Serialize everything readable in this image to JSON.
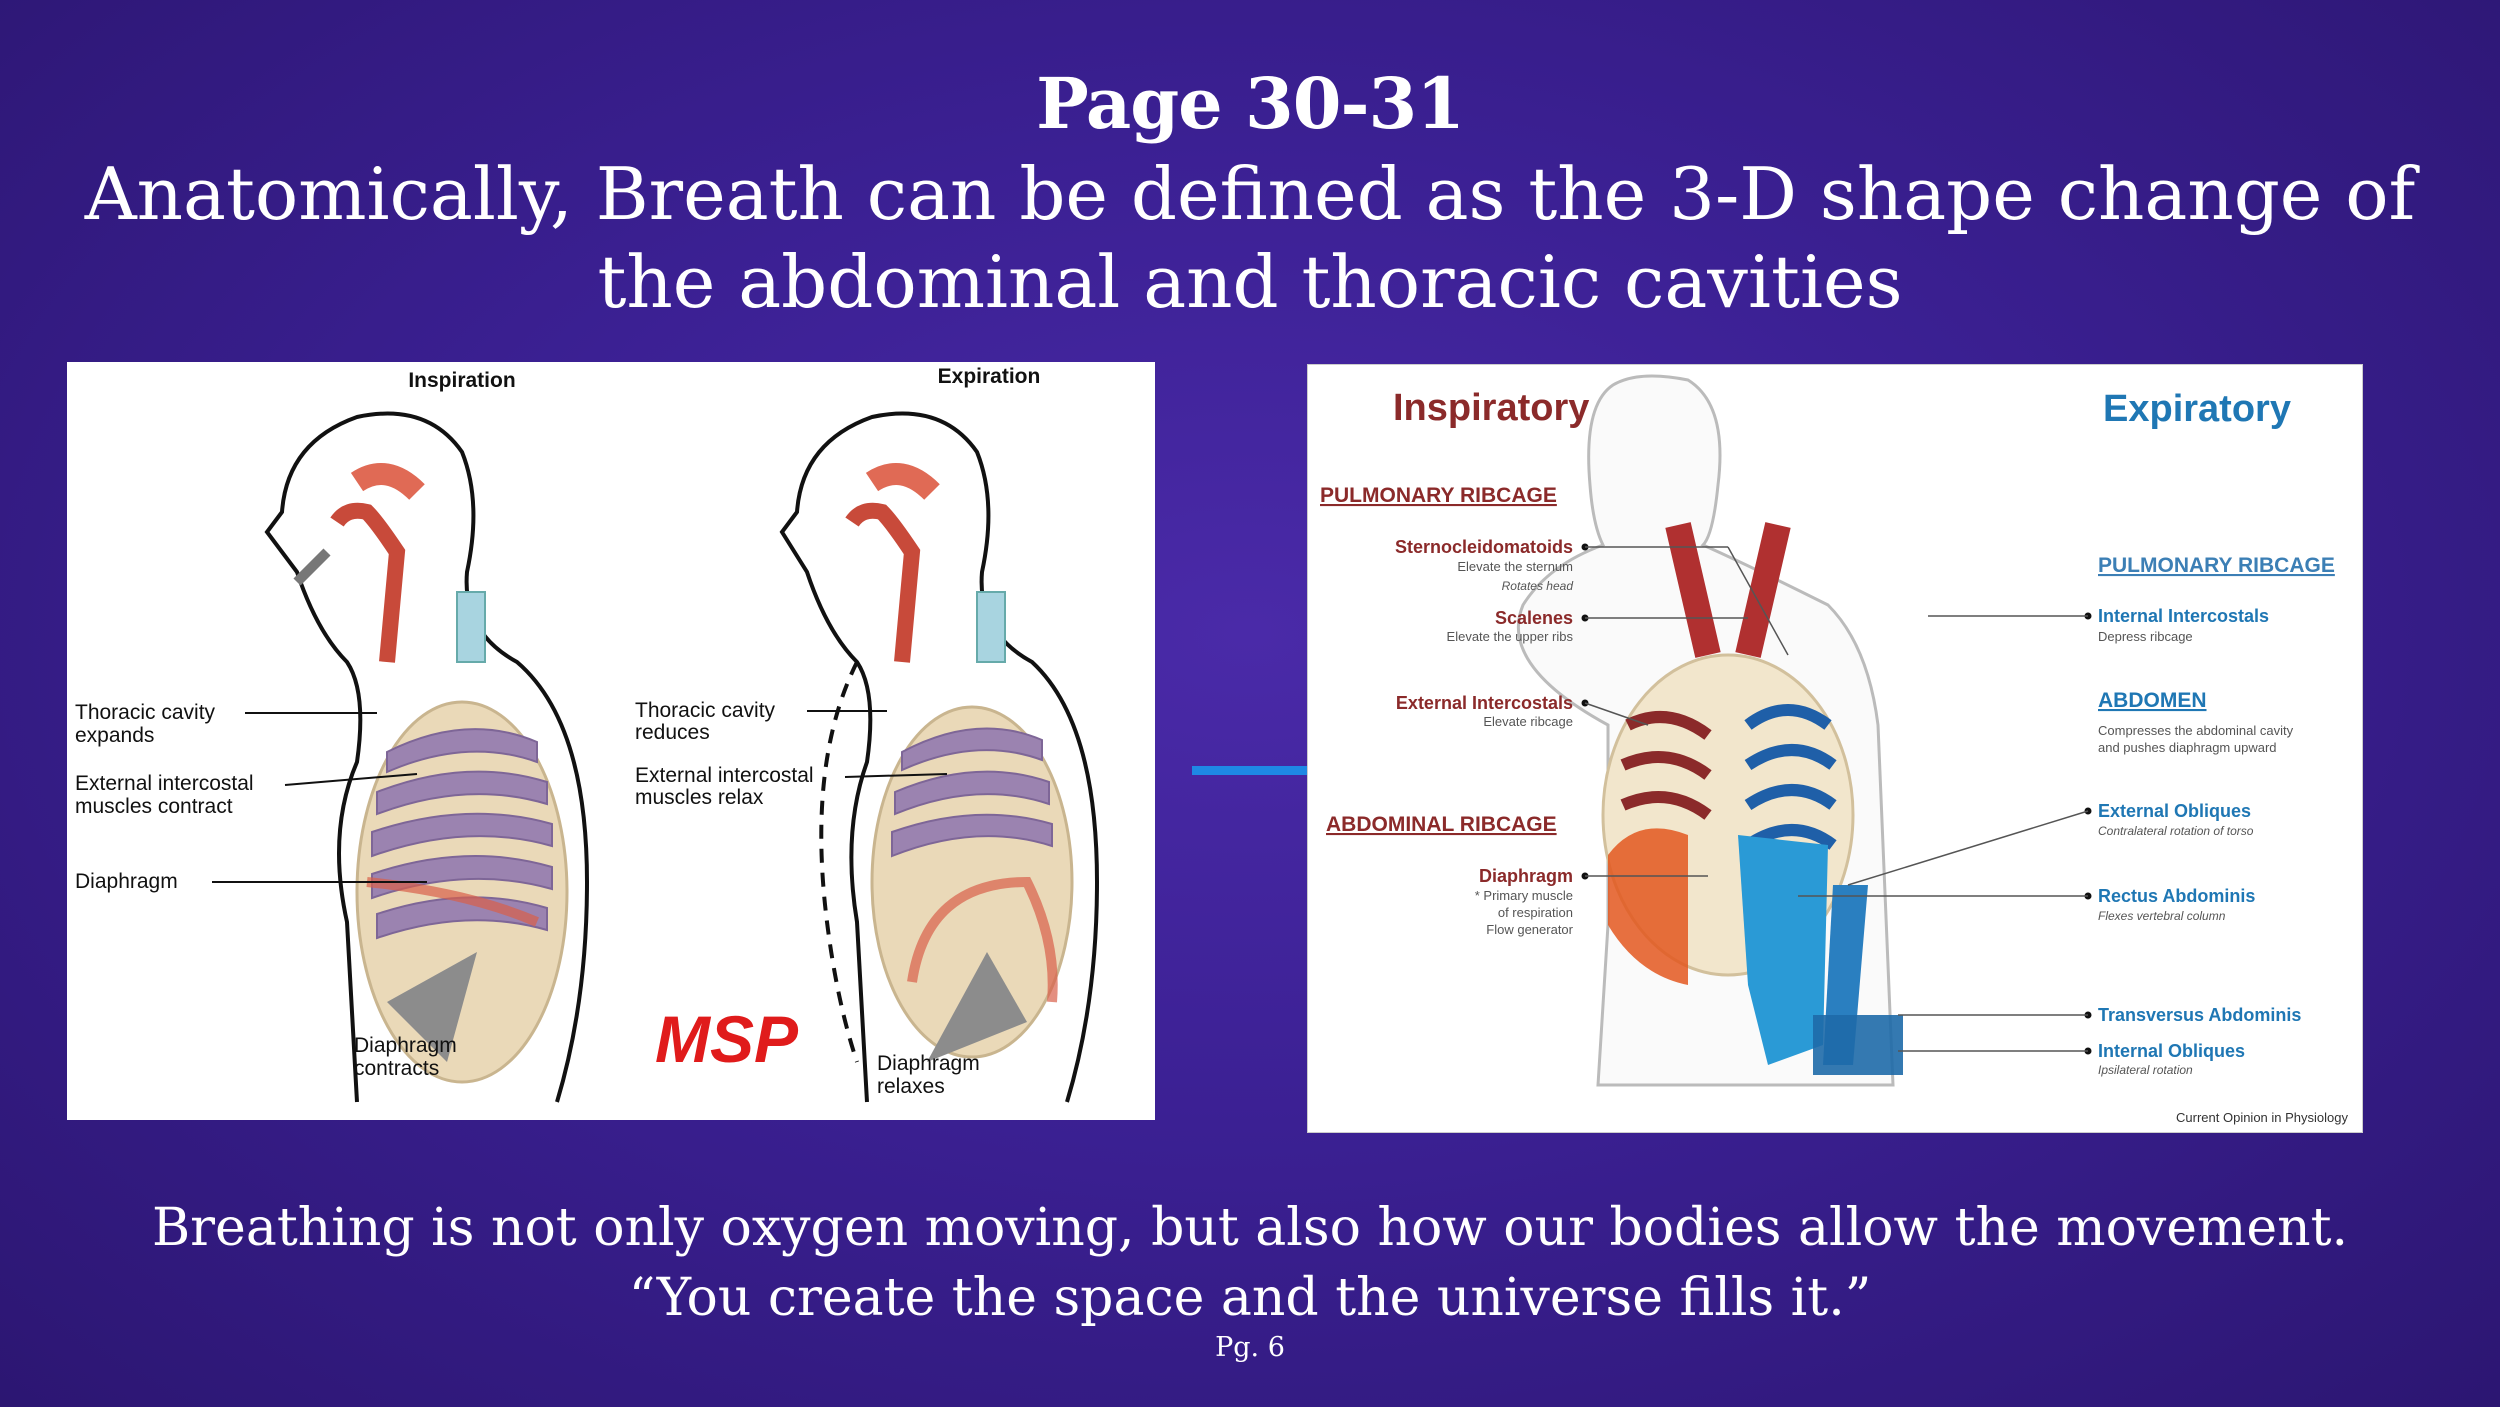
{
  "slide": {
    "title": "Page 30-31",
    "subtitle": "Anatomically, Breath can be defined as the 3-D shape change of the abdominal and thoracic cavities",
    "caption_1": "Breathing is not only oxygen moving, but also how our bodies allow the movement.",
    "caption_2": "“You create the space and the universe fills it.”",
    "page_ref": "Pg. 6"
  },
  "left_figure": {
    "inspiration_heading": "Inspiration",
    "expiration_heading": "Expiration",
    "insp_label_1a": "Thoracic cavity",
    "insp_label_1b": "expands",
    "insp_label_2a": "External intercostal",
    "insp_label_2b": "muscles  contract",
    "insp_label_3": "Diaphragm",
    "insp_label_4a": "Diaphragm",
    "insp_label_4b": "contracts",
    "exp_label_1a": "Thoracic cavity",
    "exp_label_1b": "reduces",
    "exp_label_2a": "External intercostal",
    "exp_label_2b": "muscles  relax",
    "exp_label_3a": "Diaphragm",
    "exp_label_3b": "relaxes",
    "logo_text": "MSP"
  },
  "right_figure": {
    "inspiratory_heading": "Inspiratory",
    "expiratory_heading": "Expiratory",
    "pulmonary_ribcage_left": "PULMONARY RIBCAGE",
    "scm_name": "Sternocleidomatoids",
    "scm_desc_1": "Elevate the sternum",
    "scm_desc_2": "Rotates head",
    "scalenes_name": "Scalenes",
    "scalenes_desc": "Elevate the upper ribs",
    "ext_intercostals_name": "External Intercostals",
    "ext_intercostals_desc": "Elevate ribcage",
    "abdominal_ribcage": "ABDOMINAL RIBCAGE",
    "diaphragm_name": "Diaphragm",
    "diaphragm_desc_1": "* Primary muscle",
    "diaphragm_desc_2": "of respiration",
    "diaphragm_desc_3": "Flow generator",
    "pulmonary_ribcage_right": "PULMONARY RIBCAGE",
    "int_intercostals_name": "Internal Intercostals",
    "int_intercostals_desc": "Depress ribcage",
    "abdomen_heading": "ABDOMEN",
    "abdomen_desc_1": "Compresses the abdominal cavity",
    "abdomen_desc_2": "and pushes diaphragm upward",
    "ext_obliques_name": "External Obliques",
    "ext_obliques_desc": "Contralateral rotation of torso",
    "rectus_name": "Rectus Abdominis",
    "rectus_desc": "Flexes vertebral column",
    "transversus_name": "Transversus Abdominis",
    "int_obliques_name": "Internal Obliques",
    "int_obliques_desc": "Ipsilateral rotation",
    "source": "Current Opinion in Physiology"
  },
  "colors": {
    "background": "#3b2093",
    "connector": "#1e88e5",
    "inspiratory_red": "#8b2a2a",
    "expiratory_blue": "#1f77b4"
  }
}
